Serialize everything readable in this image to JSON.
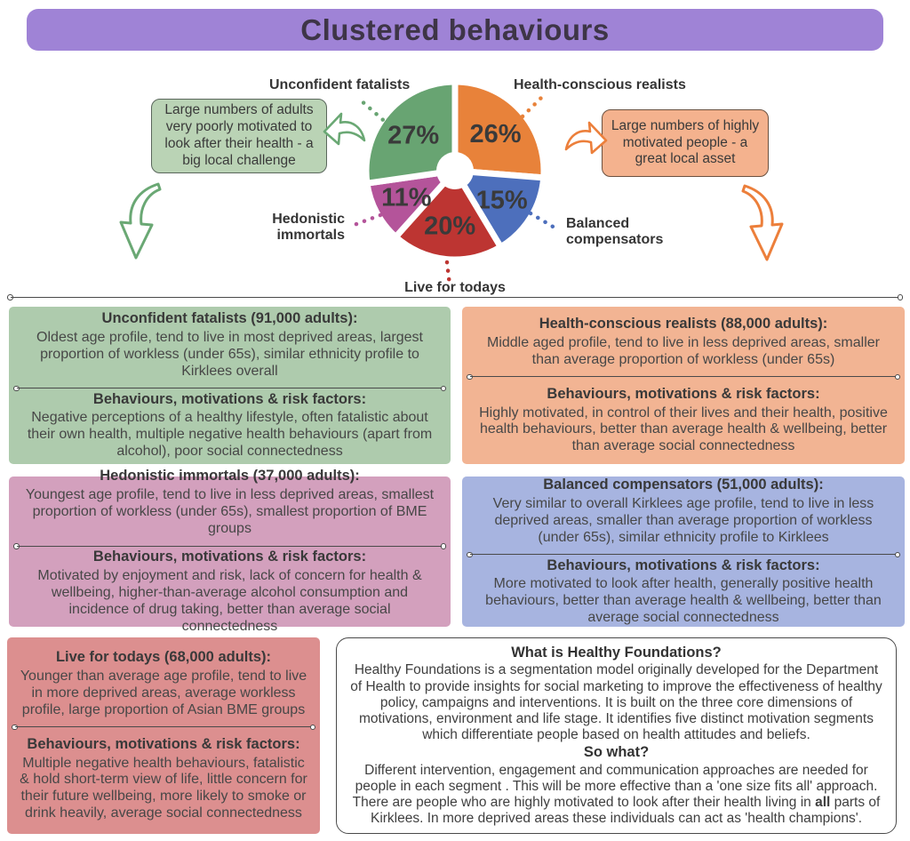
{
  "header": {
    "title": "Clustered behaviours",
    "bg": "#9f83d6"
  },
  "chart_data": {
    "type": "pie",
    "donut": true,
    "direction": "clockwise",
    "start_angle_deg": 0,
    "value_suffix": "%",
    "series": [
      {
        "id": "health-conscious-realists",
        "label": "Health-conscious realists",
        "value": 26,
        "color": "#e8823a"
      },
      {
        "id": "balanced-compensators",
        "label": "Balanced compensators",
        "value": 15,
        "color": "#4d6fbc"
      },
      {
        "id": "live-for-todays",
        "label": "Live for todays",
        "value": 20,
        "color": "#bd3532"
      },
      {
        "id": "hedonistic-immortals",
        "label": "Hedonistic immortals",
        "value": 11,
        "color": "#b4549a"
      },
      {
        "id": "unconfident-fatalists",
        "label": "Unconfident fatalists",
        "value": 27,
        "color": "#68a472"
      }
    ]
  },
  "pie_labels": {
    "unconfident_fatalists": "Unconfident fatalists",
    "health_conscious_realists": "Health-conscious realists",
    "hedonistic_immortals": "Hedonistic immortals",
    "balanced_compensators": "Balanced compensators",
    "live_for_todays": "Live for todays"
  },
  "callouts": {
    "left": {
      "text": "Large numbers of adults very poorly motivated to look after their health - a big local challenge",
      "bg": "#bad3b5"
    },
    "right": {
      "text": "Large numbers of highly motivated people - a great local asset",
      "bg": "#f4b28e"
    }
  },
  "segment_boxes": [
    {
      "id": "unconfident-fatalists",
      "bg": "#aecbad",
      "title": "Unconfident fatalists (91,000 adults):",
      "profile": "Oldest age profile, tend to live in most deprived areas, largest proportion of workless (under 65s), similar ethnicity profile to Kirklees overall",
      "behaviours_title": "Behaviours, motivations & risk factors:",
      "behaviours": "Negative perceptions of a healthy lifestyle, often fatalistic about their own health, multiple negative health behaviours (apart from alcohol), poor social connectedness"
    },
    {
      "id": "health-conscious-realists",
      "bg": "#f2b493",
      "title": "Health-conscious realists (88,000 adults):",
      "profile": "Middle aged profile, tend to live in less deprived areas, smaller than average proportion of workless (under 65s)",
      "behaviours_title": "Behaviours, motivations & risk factors:",
      "behaviours": "Highly motivated, in control of their lives and their health, positive health behaviours, better than average health & wellbeing, better than average social connectedness"
    },
    {
      "id": "hedonistic-immortals",
      "bg": "#d3a0bd",
      "title": "Hedonistic immortals (37,000 adults):",
      "profile": "Youngest age profile, tend to live in less deprived areas, smallest proportion of workless (under 65s), smallest proportion of BME groups",
      "behaviours_title": "Behaviours, motivations & risk factors:",
      "behaviours": "Motivated by enjoyment and risk, lack of concern for health & wellbeing, higher-than-average alcohol consumption and incidence of drug taking, better than average social connectedness"
    },
    {
      "id": "balanced-compensators",
      "bg": "#a7b4e0",
      "title": "Balanced compensators (51,000 adults):",
      "profile": "Very similar to overall Kirklees age profile, tend to live in less deprived areas, smaller than average proportion of workless (under 65s), similar ethnicity profile to Kirklees",
      "behaviours_title": "Behaviours, motivations & risk factors:",
      "behaviours": "More motivated to look after health, generally positive health behaviours, better than average health & wellbeing, better than average social connectedness"
    },
    {
      "id": "live-for-todays",
      "bg": "#dc8f8f",
      "title": "Live for todays (68,000 adults):",
      "profile": "Younger than average age profile, tend to live in more deprived areas, average workless profile, large proportion of Asian BME groups",
      "behaviours_title": "Behaviours, motivations & risk factors:",
      "behaviours": "Multiple negative health behaviours, fatalistic & hold short-term view of life, little concern for their future wellbeing, more likely to smoke or drink heavily, average social connectedness"
    }
  ],
  "info_box": {
    "title": "What is Healthy Foundations?",
    "body": "Healthy Foundations is a segmentation model originally developed for the Department of Health to provide insights for social marketing to improve the effectiveness of healthy policy, campaigns and interventions. It is built on the three core dimensions of motivations, environment and life stage. It identifies five distinct motivation segments which differentiate people based on  health attitudes and beliefs.",
    "so_what_title": "So what?",
    "so_what_pre": "Different intervention, engagement and communication approaches are needed for people in each segment . This will be more effective than a 'one size fits all' approach. There are people who are highly motivated to look after their health living in ",
    "so_what_bold": "all",
    "so_what_post": " parts of Kirklees. In more deprived areas these individuals can act as 'health champions'."
  },
  "colors": {
    "arrow_green": "#6aa874",
    "arrow_orange": "#ec7f3b",
    "divider": "#4a4a4a",
    "text_dark": "#3a3a3a"
  }
}
